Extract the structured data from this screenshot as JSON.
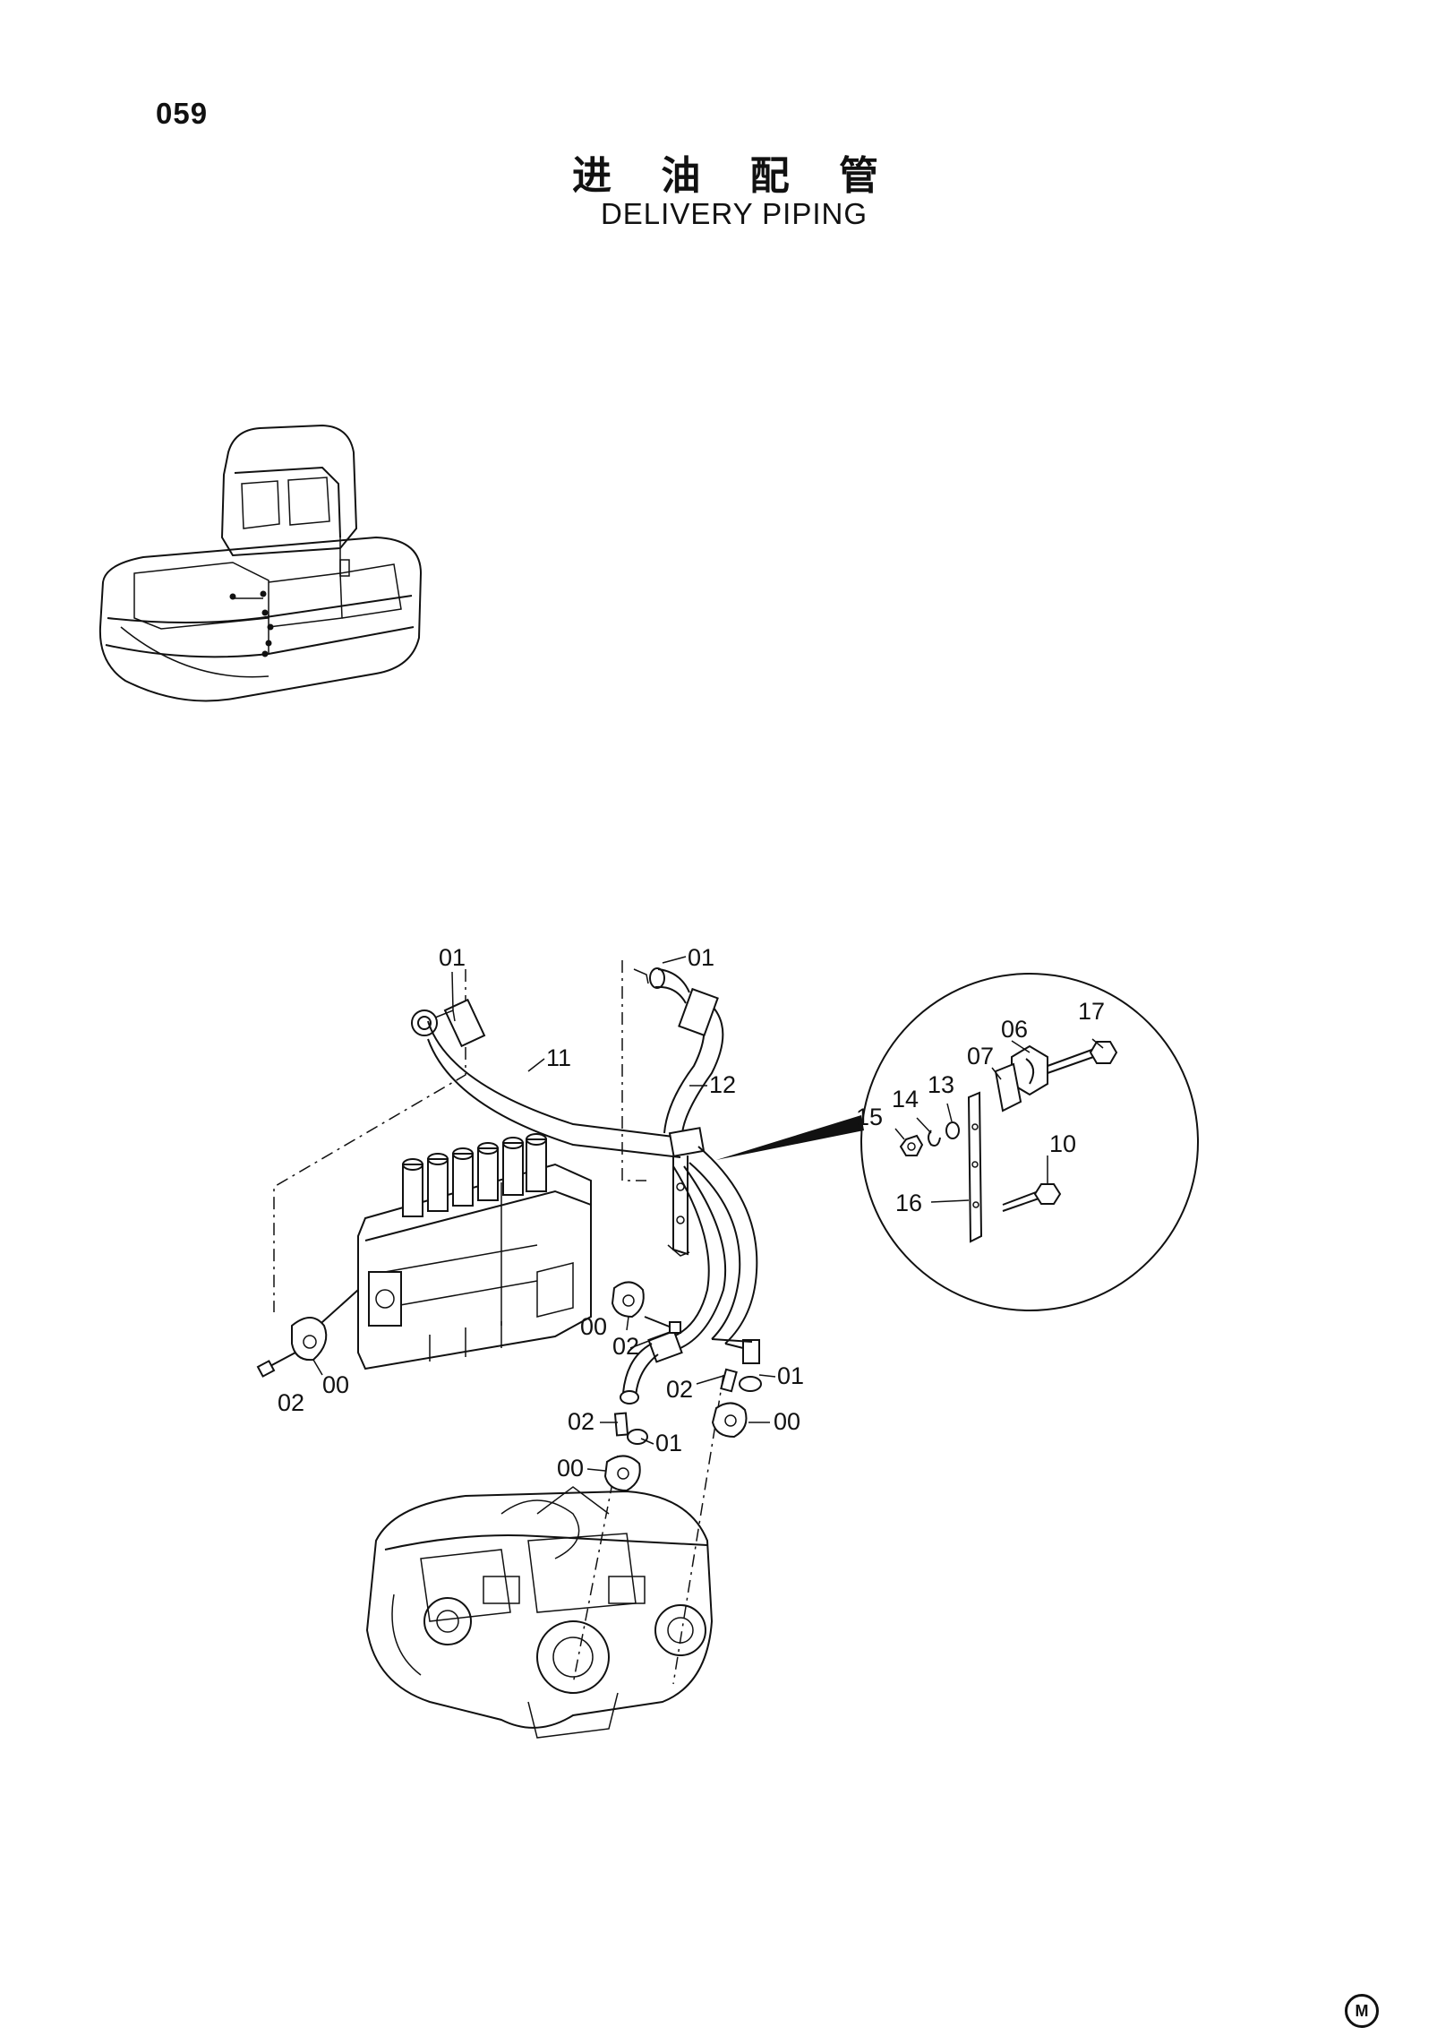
{
  "page": {
    "number": "059",
    "title_cn": "进 油 配 管",
    "title_en": "DELIVERY PIPING",
    "mark": "M"
  },
  "callouts": {
    "c01a": "01",
    "c01b": "01",
    "c01c": "01",
    "c01d": "01",
    "c11": "11",
    "c12": "12",
    "c17": "17",
    "c06": "06",
    "c07": "07",
    "c13": "13",
    "c14": "14",
    "c15": "15",
    "c10": "10",
    "c16": "16",
    "c00a": "00",
    "c02a": "02",
    "c00b": "00",
    "c02b": "02",
    "c02c": "02",
    "c00c": "00",
    "c02d": "02",
    "c00d": "00"
  }
}
